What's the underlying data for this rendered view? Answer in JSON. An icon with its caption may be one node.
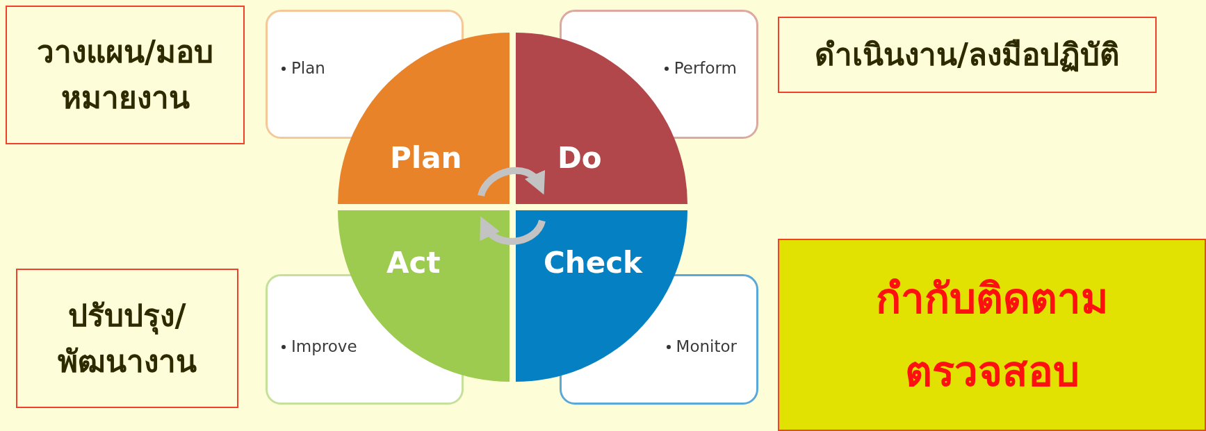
{
  "diagram": {
    "nodes": [
      {
        "text": [
          "วางแผน/มอบหมายงาน"
        ]
      },
      {
        "text": [
          "Plan"
        ]
      },
      {
        "text": [
          "Perform"
        ]
      },
      {
        "text": [
          "ดำเนินงาน/ลงมือปฏิบัติ"
        ]
      },
      {
        "text": [
          "Plan"
        ]
      },
      {
        "text": [
          "Do"
        ]
      },
      {
        "text": [
          "Act"
        ]
      },
      {
        "text": [
          "Check"
        ]
      },
      {
        "text": [
          "ปรับปรุง/พัฒนางาน"
        ]
      },
      {
        "text": [
          "Improve"
        ]
      },
      {
        "text": [
          "Monitor"
        ]
      },
      {
        "text": [
          "กำกับติดตาม ตรวจสอบ"
        ]
      }
    ],
    "edges": [
      {
        "from": 4,
        "to": 5,
        "arrow": "to"
      },
      {
        "from": 7,
        "to": 6,
        "arrow": "to"
      }
    ]
  }
}
